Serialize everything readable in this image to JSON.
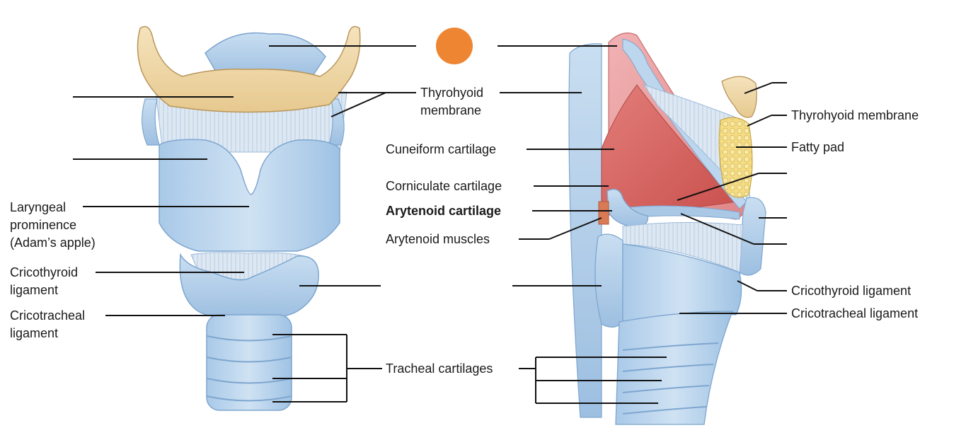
{
  "diagram": {
    "marker_color": "#ee8533",
    "colors": {
      "cartilage_blue": "#b6d3ec",
      "cartilage_dark": "#8fb4d8",
      "bone_tan": "#f0d8a8",
      "bone_outline": "#c9a96c",
      "mucosa_pink": "#e8979a",
      "muscle_red": "#d9615e",
      "fat_yellow": "#f3d77a",
      "line_black": "#111111"
    },
    "left_labels": {
      "thyrohyoid_membrane": "Thyrohyoid\nmembrane",
      "laryngeal_prominence": "Laryngeal\nprominence\n(Adam’s apple)",
      "cricothyroid_ligament": "Cricothyroid\nligament",
      "cricotracheal_ligament": "Cricotracheal\nligament",
      "tracheal_cartilages": "Tracheal cartilages"
    },
    "right_labels": {
      "cuneiform_cartilage": "Cuneiform cartilage",
      "corniculate_cartilage": "Corniculate cartilage",
      "arytenoid_cartilage": "Arytenoid cartilage",
      "arytenoid_muscles": "Arytenoid muscles",
      "thyrohyoid_membrane": "Thyrohyoid membrane",
      "fatty_pad": "Fatty pad",
      "cricothyroid_ligament": "Cricothyroid ligament",
      "cricotracheal_ligament": "Cricotracheal ligament"
    }
  }
}
